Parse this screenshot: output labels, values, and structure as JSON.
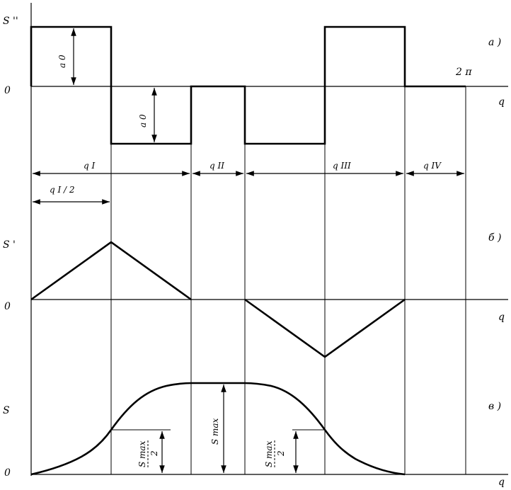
{
  "labels": {
    "s2": "S ''",
    "s1": "S '",
    "s0": "S",
    "zero_top": "0",
    "zero_mid": "0",
    "zero_bot": "0",
    "panel_a": "a )",
    "panel_b": "б )",
    "panel_v": "в )",
    "two_pi": "2 π",
    "q_top": "q",
    "q_mid": "q",
    "q_bot": "q",
    "a0_left": "a 0",
    "a0_right": "a 0",
    "phi1": "q I",
    "phi2": "q II",
    "phi3": "q III",
    "phi4": "q IV",
    "phi1_half": "q I / 2",
    "smax": "S max",
    "smax_half_num": "S max",
    "smax_half_den": "2"
  }
}
